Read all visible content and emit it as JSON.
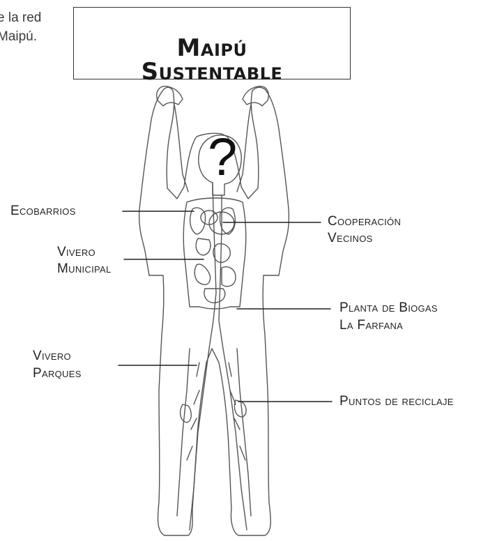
{
  "caption": {
    "line1": "e la red",
    "line2": "Maipú."
  },
  "sign": {
    "line1": "Maipú",
    "line2": "Sustentable"
  },
  "head_mark": "?",
  "labels": {
    "ecobarrios": "Ecobarrios",
    "cooperacion_1": "Cooperación",
    "cooperacion_2": "Vecinos",
    "vivero_municipal_1": "Vivero",
    "vivero_municipal_2": "Municipal",
    "planta_1": "Planta de Biogas",
    "planta_2": "La Farfana",
    "vivero_parques_1": "Vivero",
    "vivero_parques_2": "Parques",
    "puntos": "Puntos de reciclaje"
  }
}
